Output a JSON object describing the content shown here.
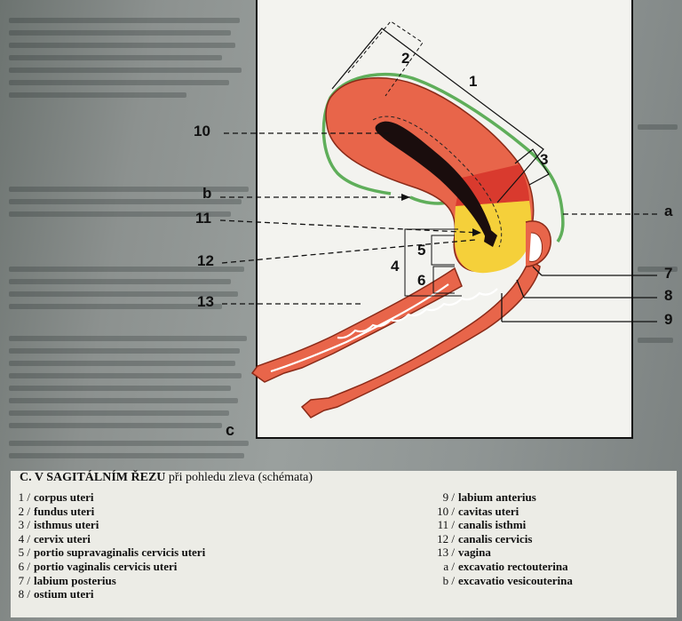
{
  "figure": {
    "labels_left": [
      "10",
      "b",
      "11",
      "12",
      "13"
    ],
    "labels_top": [
      "2",
      "1",
      "3"
    ],
    "labels_mid": [
      "4",
      "5",
      "6"
    ],
    "labels_right": [
      "a",
      "7",
      "8",
      "9"
    ],
    "label_c": "c"
  },
  "caption": {
    "title": "C. V SAGITÁLNÍM ŘEZU",
    "subtitle": "při pohledu zleva (schémata)",
    "legend_left": [
      {
        "key": "1 /",
        "text": "corpus uteri"
      },
      {
        "key": "2 /",
        "text": "fundus uteri"
      },
      {
        "key": "3 /",
        "text": "isthmus uteri"
      },
      {
        "key": "4 /",
        "text": "cervix uteri"
      },
      {
        "key": "5 /",
        "text": "portio supravaginalis cervicis uteri"
      },
      {
        "key": "6 /",
        "text": "portio vaginalis cervicis uteri"
      },
      {
        "key": "7 /",
        "text": "labium posterius"
      },
      {
        "key": "8 /",
        "text": "ostium uteri"
      }
    ],
    "legend_right": [
      {
        "key": "9 /",
        "text": "labium anterius"
      },
      {
        "key": "10 /",
        "text": "cavitas uteri"
      },
      {
        "key": "11 /",
        "text": "canalis isthmi"
      },
      {
        "key": "12 /",
        "text": "canalis cervicis"
      },
      {
        "key": "13 /",
        "text": "vagina"
      },
      {
        "key": "a /",
        "text": "excavatio rectouterina"
      },
      {
        "key": "b /",
        "text": "excavatio vesicouterina"
      }
    ]
  },
  "colors": {
    "uterus_body": "#e8654a",
    "fundus_dark": "#e0503a",
    "isthmus": "#d93a2e",
    "cervix": "#f5d03a",
    "peritoneum": "#5fae5a",
    "cavity": "#1a0d0d"
  }
}
